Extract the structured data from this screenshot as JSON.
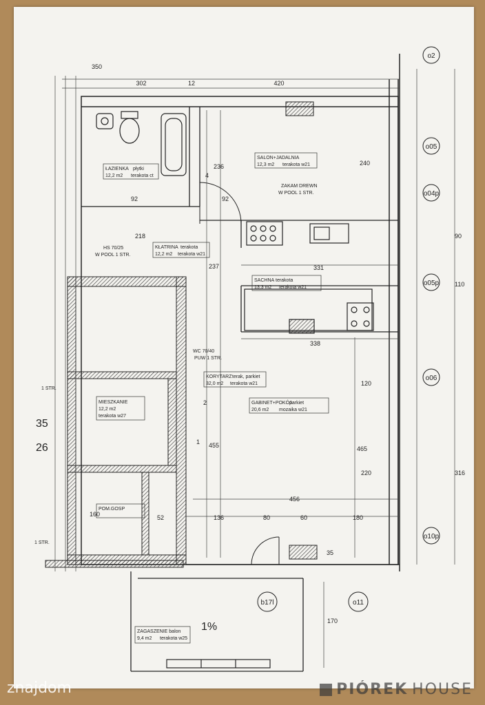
{
  "rooms": [
    {
      "name": "ŁAZIENKA",
      "floor": "płytki",
      "area": "12,2 m2",
      "finish": "terakota ct"
    },
    {
      "name": "SALON+JADALNIA",
      "area": "12,3 m2",
      "finish": "terakota w21"
    },
    {
      "name": "KŁATRINA",
      "floor": "terakota",
      "area": "12,2 m2",
      "finish": "terakota w21"
    },
    {
      "name": "SACHNA",
      "floor": "terakota",
      "area": "13,3 m2",
      "finish": "terakota w21"
    },
    {
      "name": "KORYTARZ",
      "floor": "terak, parkiet",
      "area": "32,0 m2",
      "finish": "terakota w21"
    },
    {
      "name": "GABINET+POKÓJ",
      "floor": "parkiet",
      "area": "20,6 m2",
      "finish": "mozaika w21"
    },
    {
      "name": "MIESZKANIE",
      "area": "12,2 m2",
      "finish": "terakota w27"
    },
    {
      "name": "POM.GOSP",
      "area": "",
      "finish": ""
    },
    {
      "name": "ZAGASZENIE balon",
      "area": "9,4 m2",
      "finish": "terakota w25"
    }
  ],
  "notes": {
    "zakam": "ZAKAM DREWN",
    "zakam_sub": "W POOL 1 STR.",
    "wc": "WC 70/40",
    "wc_sub": "PUW 1 STR.",
    "hs": "HS 70/25",
    "hs_sub": "W POOL 1 STR.",
    "percent": "1%",
    "str": "1 STR."
  },
  "dimensions": {
    "top": [
      "302",
      "12",
      "420"
    ],
    "left_top": "350",
    "d236": "236",
    "d240": "240",
    "d237": "237",
    "d331": "331",
    "d338": "338",
    "d455": "455",
    "d465": "465",
    "d456": "456",
    "d136": "136",
    "d80": "80",
    "d60": "60",
    "d180": "180",
    "d170": "170",
    "d220": "220",
    "d120": "120",
    "d90": "90",
    "d110": "110",
    "d316": "316",
    "d35": "35",
    "d26": "26",
    "d52": "52",
    "d160": "160",
    "d2": "2",
    "d1": "1",
    "d4": "4",
    "d92a": "92",
    "d92b": "92",
    "d218": "218"
  },
  "axis_markers": [
    "o2",
    "o05",
    "o04p",
    "o05p",
    "o06",
    "o10p",
    "b17l",
    "o11"
  ],
  "watermarks": {
    "left": "znajdom",
    "right_bold": "PIÓREK",
    "right_rest": "HOUSE"
  }
}
